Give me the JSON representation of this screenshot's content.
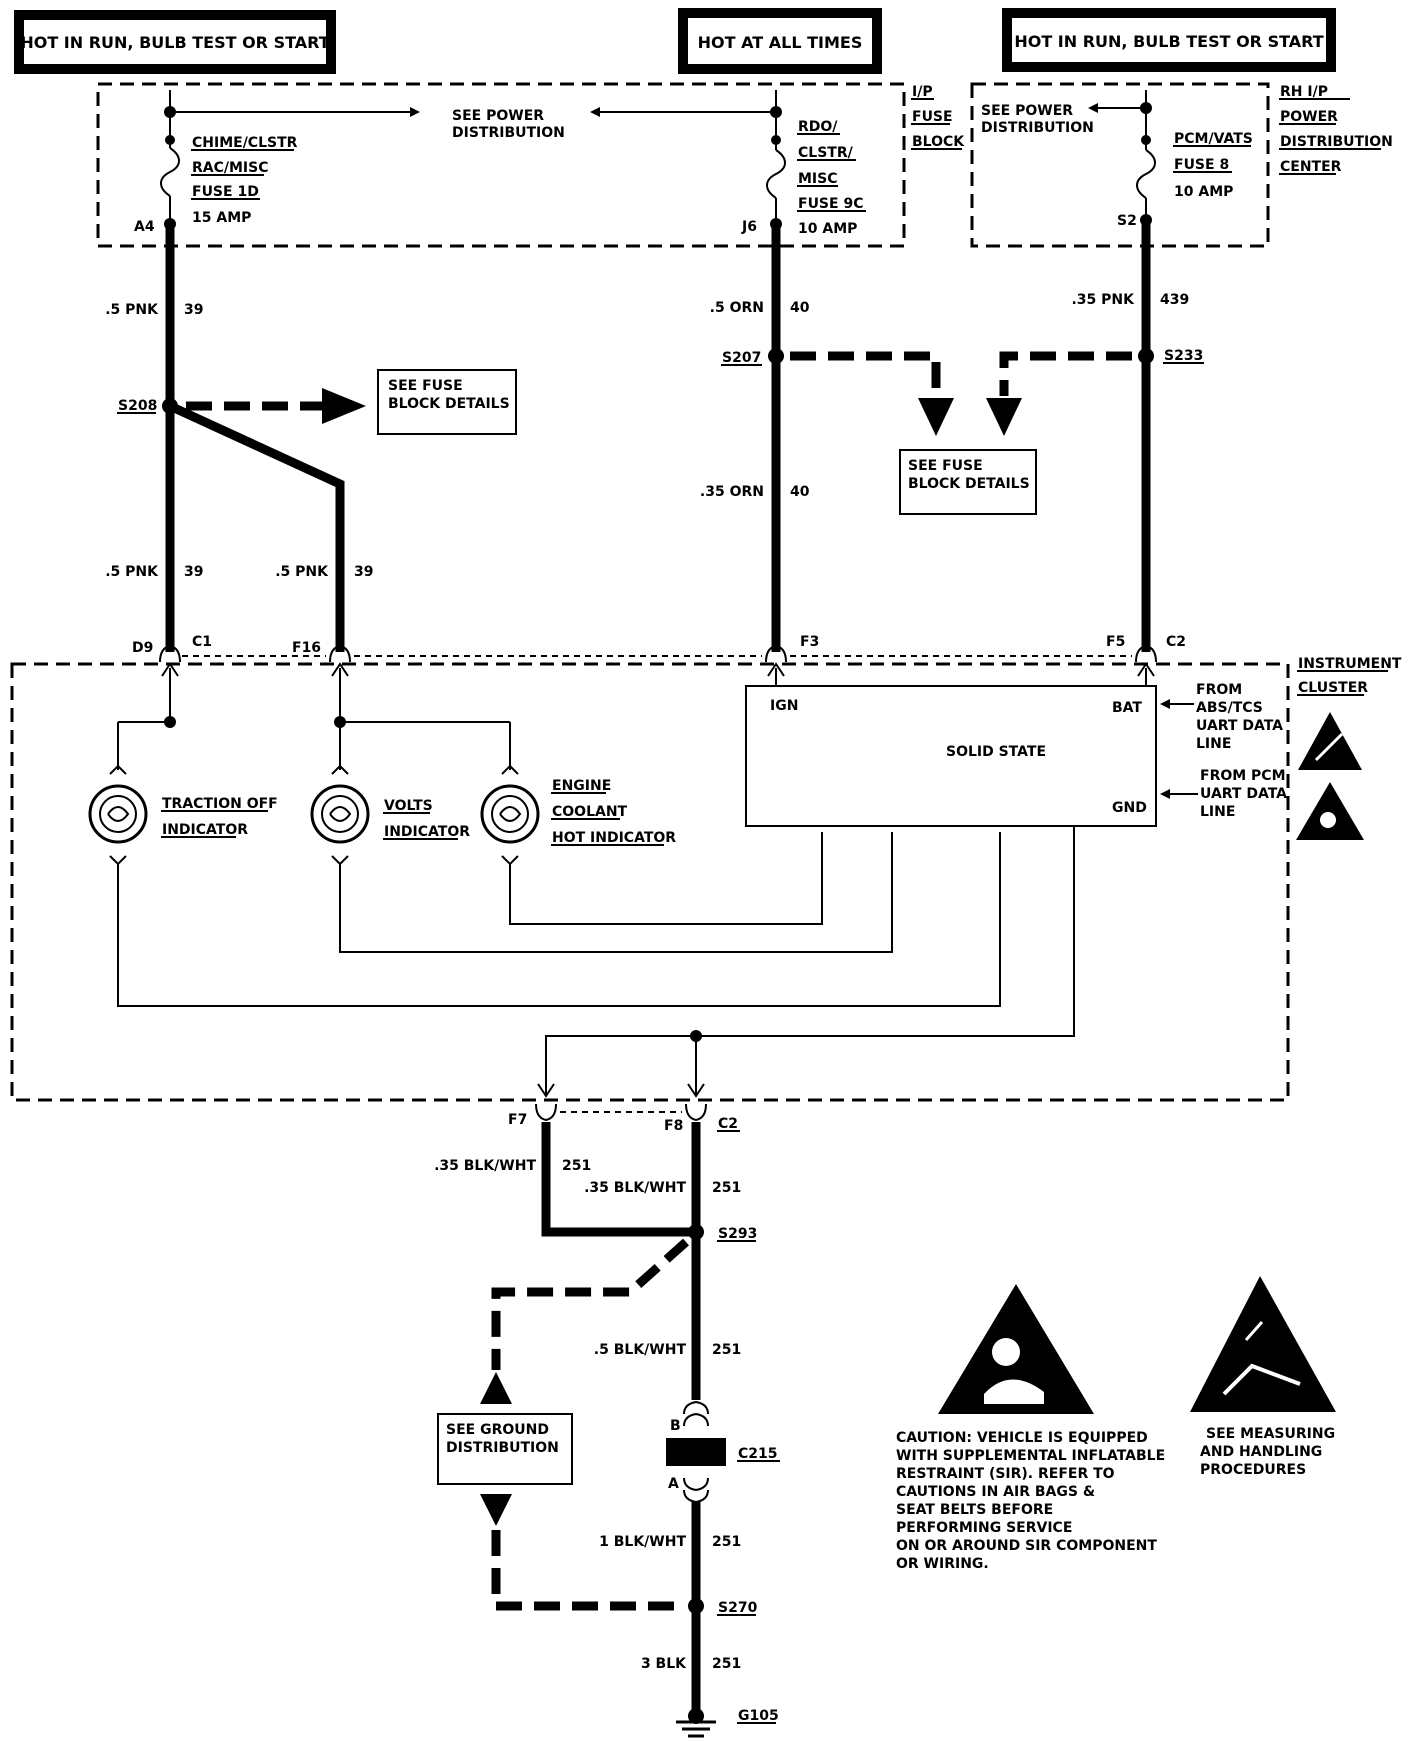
{
  "headers": {
    "left": "HOT IN RUN, BULB TEST OR START",
    "center": "HOT AT ALL TIMES",
    "right": "HOT IN RUN, BULB TEST OR START"
  },
  "fuse_block": {
    "title_lines": [
      "I/P",
      "FUSE",
      "BLOCK"
    ],
    "see_power_distribution": [
      "SEE POWER",
      "DISTRIBUTION"
    ],
    "fuse_1d": {
      "name_lines": [
        "CHIME/CLSTR",
        "RAC/MISC",
        "FUSE 1D"
      ],
      "rating": "15 AMP",
      "terminal": "A4"
    },
    "fuse_9c": {
      "name_lines": [
        "RDO/",
        "CLSTR/",
        "MISC",
        "FUSE 9C"
      ],
      "rating": "10 AMP",
      "terminal": "J6"
    }
  },
  "power_center": {
    "title_lines": [
      "RH I/P",
      "POWER",
      "DISTRIBUTION",
      "CENTER"
    ],
    "see_power_distribution": [
      "SEE POWER",
      "DISTRIBUTION"
    ],
    "fuse_8": {
      "name_lines": [
        "PCM/VATS",
        "FUSE 8"
      ],
      "rating": "10 AMP",
      "terminal": "S2"
    }
  },
  "wires": {
    "w39_top": {
      "gauge": ".5 PNK",
      "circuit": "39"
    },
    "w40_top": {
      "gauge": ".5 ORN",
      "circuit": "40"
    },
    "w439": {
      "gauge": ".35 PNK",
      "circuit": "439"
    },
    "w39_left": {
      "gauge": ".5 PNK",
      "circuit": "39"
    },
    "w39_right": {
      "gauge": ".5 PNK",
      "circuit": "39"
    },
    "w40_bottom": {
      "gauge": ".35 ORN",
      "circuit": "40"
    },
    "w251_f7": {
      "gauge": ".35 BLK/WHT",
      "circuit": "251"
    },
    "w251_f8": {
      "gauge": ".35 BLK/WHT",
      "circuit": "251"
    },
    "w251_mid": {
      "gauge": ".5 BLK/WHT",
      "circuit": "251"
    },
    "w251_low": {
      "gauge": "1 BLK/WHT",
      "circuit": "251"
    },
    "w251_gnd": {
      "gauge": "3 BLK",
      "circuit": "251"
    }
  },
  "splices": {
    "s208": "S208",
    "s207": "S207",
    "s233": "S233",
    "s293": "S293",
    "s270": "S270"
  },
  "see_fuse_block_details": [
    "SEE FUSE",
    "BLOCK DETAILS"
  ],
  "see_ground_distribution": [
    "SEE GROUND",
    "DISTRIBUTION"
  ],
  "connectors": {
    "d9": "D9",
    "c1": "C1",
    "f16": "F16",
    "f3": "F3",
    "f5": "F5",
    "c2_top": "C2",
    "f7": "F7",
    "f8": "F8",
    "c2_bottom": "C2",
    "c215": "C215",
    "c215_b": "B",
    "c215_a": "A"
  },
  "cluster": {
    "title_lines": [
      "INSTRUMENT",
      "CLUSTER"
    ],
    "traction_off": [
      "TRACTION OFF",
      "INDICATOR"
    ],
    "volts": [
      "VOLTS",
      "INDICATOR"
    ],
    "coolant": [
      "ENGINE",
      "COOLANT",
      "HOT INDICATOR"
    ],
    "solid_state": {
      "label": "SOLID STATE",
      "ign": "IGN",
      "bat": "BAT",
      "gnd": "GND"
    },
    "from_abs": [
      "FROM",
      "ABS/TCS",
      "UART DATA",
      "LINE"
    ],
    "from_pcm": [
      "FROM PCM",
      "UART DATA",
      "LINE"
    ]
  },
  "ground": {
    "label": "G105"
  },
  "caution": {
    "sir_text": [
      "CAUTION: VEHICLE IS EQUIPPED",
      "WITH SUPPLEMENTAL INFLATABLE",
      "RESTRAINT (SIR). REFER TO",
      "CAUTIONS IN AIR BAGS &",
      "SEAT BELTS BEFORE",
      "PERFORMING SERVICE",
      "ON OR AROUND SIR COMPONENT",
      "OR WIRING."
    ],
    "esd_text": [
      "SEE MEASURING",
      "AND HANDLING",
      "PROCEDURES"
    ]
  }
}
